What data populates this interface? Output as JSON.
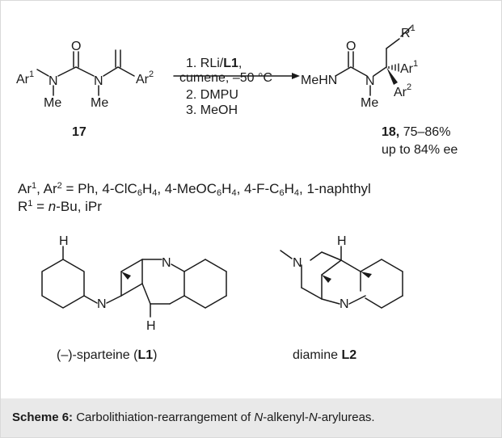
{
  "compounds": {
    "start": {
      "ar1": "Ar",
      "ar1_sup": "1",
      "ar2": "Ar",
      "ar2_sup": "2",
      "n_left": "N",
      "n_right": "N",
      "me_left": "Me",
      "me_right": "Me",
      "o_atom": "O",
      "number": "17"
    },
    "product": {
      "r": "R",
      "r_sup": "1",
      "o_atom": "O",
      "mehn": "MeHN",
      "n_atom": "N",
      "me": "Me",
      "ar1": "Ar",
      "ar1_sup": "1",
      "ar2": "Ar",
      "ar2_sup": "2",
      "number": "18,",
      "yield": " 75–86%",
      "ee": "up to 84% ee"
    }
  },
  "conditions": {
    "step1_a": "1. RLi/",
    "step1_b": "L1",
    "step1_c": ",",
    "step1_line2": "cumene,  –50 °C",
    "step2": "2. DMPU",
    "step3": "3. MeOH"
  },
  "substituents": {
    "line1": {
      "a1": "Ar",
      "a1_sup": "1",
      "sep1": ", Ar",
      "a2_sup": "2",
      "p1": " = Ph, 4-ClC",
      "s1": "6",
      "p2": "H",
      "s2": "4",
      "p3": ", 4-MeOC",
      "s3": "6",
      "p4": "H",
      "s4": "4",
      "p5": ", 4-F-C",
      "s5": "6",
      "p6": "H",
      "s6": "4",
      "p7": ", 1-naphthyl"
    },
    "line2": {
      "r": "R",
      "r_sup": "1",
      "eq": " = ",
      "n_italic": "n",
      "rest": "-Bu, iPr"
    }
  },
  "ligands": {
    "sparteine": {
      "label_a": "(–)-sparteine (",
      "label_b": "L1",
      "label_c": ")",
      "h_top": "H",
      "h_bottom": "H",
      "n_left": "N",
      "n_right": "N"
    },
    "diamine": {
      "label_a": "diamine ",
      "label_b": "L2",
      "h_top": "H",
      "n_left": "N",
      "n_right": "N"
    }
  },
  "caption": {
    "label": "Scheme 6:",
    "t1": " Carbolithiation-rearrangement of ",
    "i1": "N",
    "t2": "-alkenyl-",
    "i2": "N",
    "t3": "-arylureas."
  },
  "colors": {
    "ink": "#1a1a1a",
    "caption_bg": "#e9e9e9",
    "frame_border": "#d9d9d9"
  }
}
